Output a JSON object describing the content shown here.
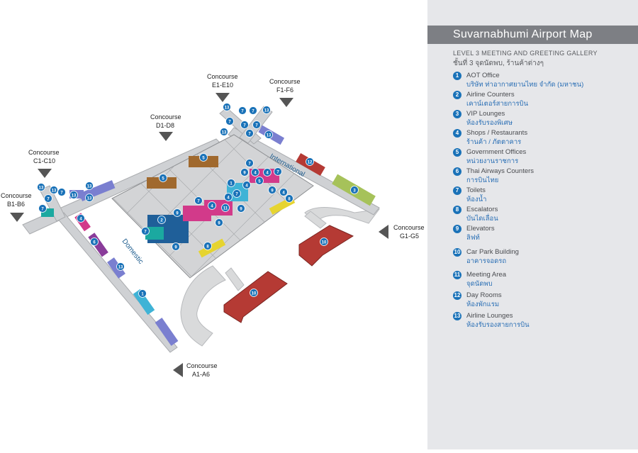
{
  "panel": {
    "title": "Suvarnabhumi Airport Map",
    "level": "LEVEL 3  MEETING AND GREETING GALLERY",
    "level_thai": "ชั้นที่ 3 จุดนัดพบ, ร้านค้าต่างๆ",
    "legend": [
      {
        "num": "1",
        "en": "AOT Office",
        "th": "บริษัท ท่าอากาศยานไทย จำกัด (มหาชน)"
      },
      {
        "num": "2",
        "en": "Airline Counters",
        "th": "เคาน์เตอร์สายการบิน"
      },
      {
        "num": "3",
        "en": "VIP Lounges",
        "th": "ห้องรับรองพิเศษ"
      },
      {
        "num": "4",
        "en": "Shops / Restaurants",
        "th": "ร้านค้า / ภัตตาคาร"
      },
      {
        "num": "5",
        "en": "Government Offices",
        "th": "หน่วยงานราชการ"
      },
      {
        "num": "6",
        "en": "Thai Airways Counters",
        "th": "การบินไทย"
      },
      {
        "num": "7",
        "en": "Toilets",
        "th": "ห้องน้ำ"
      },
      {
        "num": "8",
        "en": "Escalators",
        "th": "บันไดเลื่อน"
      },
      {
        "num": "9",
        "en": "Elevators",
        "th": "ลิฟท์"
      },
      {
        "num": "10",
        "en": "Car Park Building",
        "th": "อาคารจอดรถ"
      },
      {
        "num": "11",
        "en": "Meeting Area",
        "th": "จุดนัดพบ"
      },
      {
        "num": "12",
        "en": "Day Rooms",
        "th": "ห้องพักแรม"
      },
      {
        "num": "13",
        "en": "Airline Lounges",
        "th": "ห้องรับรองสายการบิน"
      }
    ]
  },
  "map": {
    "concourses": {
      "b": {
        "word": "Concourse",
        "gates": "B1-B6"
      },
      "c": {
        "word": "Concourse",
        "gates": "C1-C10"
      },
      "d": {
        "word": "Concourse",
        "gates": "D1-D8"
      },
      "e": {
        "word": "Concourse",
        "gates": "E1-E10"
      },
      "f": {
        "word": "Concourse",
        "gates": "F1-F6"
      },
      "g": {
        "word": "Concourse",
        "gates": "G1-G5"
      },
      "a": {
        "word": "Concourse",
        "gates": "A1-A6"
      }
    },
    "wing_labels": {
      "international": "International",
      "domestic": "Domestic"
    },
    "colors": {
      "pier": "#cfd1d4",
      "hall": "#d3d4d6",
      "road": "#d9dadb",
      "badge": "#1a72b8",
      "carpark": "#b53a34",
      "gov": "#a0692e",
      "shop": "#d23a8a",
      "lounge": "#7a7fd0",
      "toilet": "#1ba9a0",
      "aot": "#3fb3d6",
      "vip": "#a6c25a",
      "escalator": "#e6d430",
      "thai": "#8a3c9a"
    }
  }
}
